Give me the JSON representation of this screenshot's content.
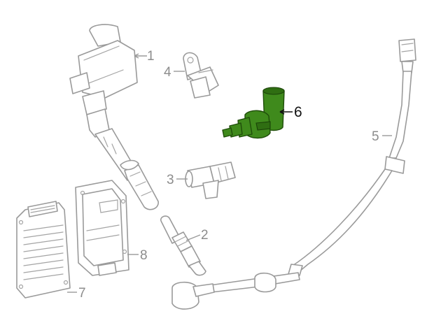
{
  "diagram": {
    "highlight_color": "#3f8a1c",
    "line_color": "#9a9a9a",
    "callouts": [
      {
        "id": "ignition-coil",
        "label": "1"
      },
      {
        "id": "spark-plug",
        "label": "2"
      },
      {
        "id": "crank-sensor",
        "label": "3"
      },
      {
        "id": "cam-sensor",
        "label": "4"
      },
      {
        "id": "knock-sensor-harness",
        "label": "5"
      },
      {
        "id": "highlighted-sensor",
        "label": "6",
        "highlighted": true
      },
      {
        "id": "control-module",
        "label": "7"
      },
      {
        "id": "module-bracket",
        "label": "8"
      }
    ]
  }
}
